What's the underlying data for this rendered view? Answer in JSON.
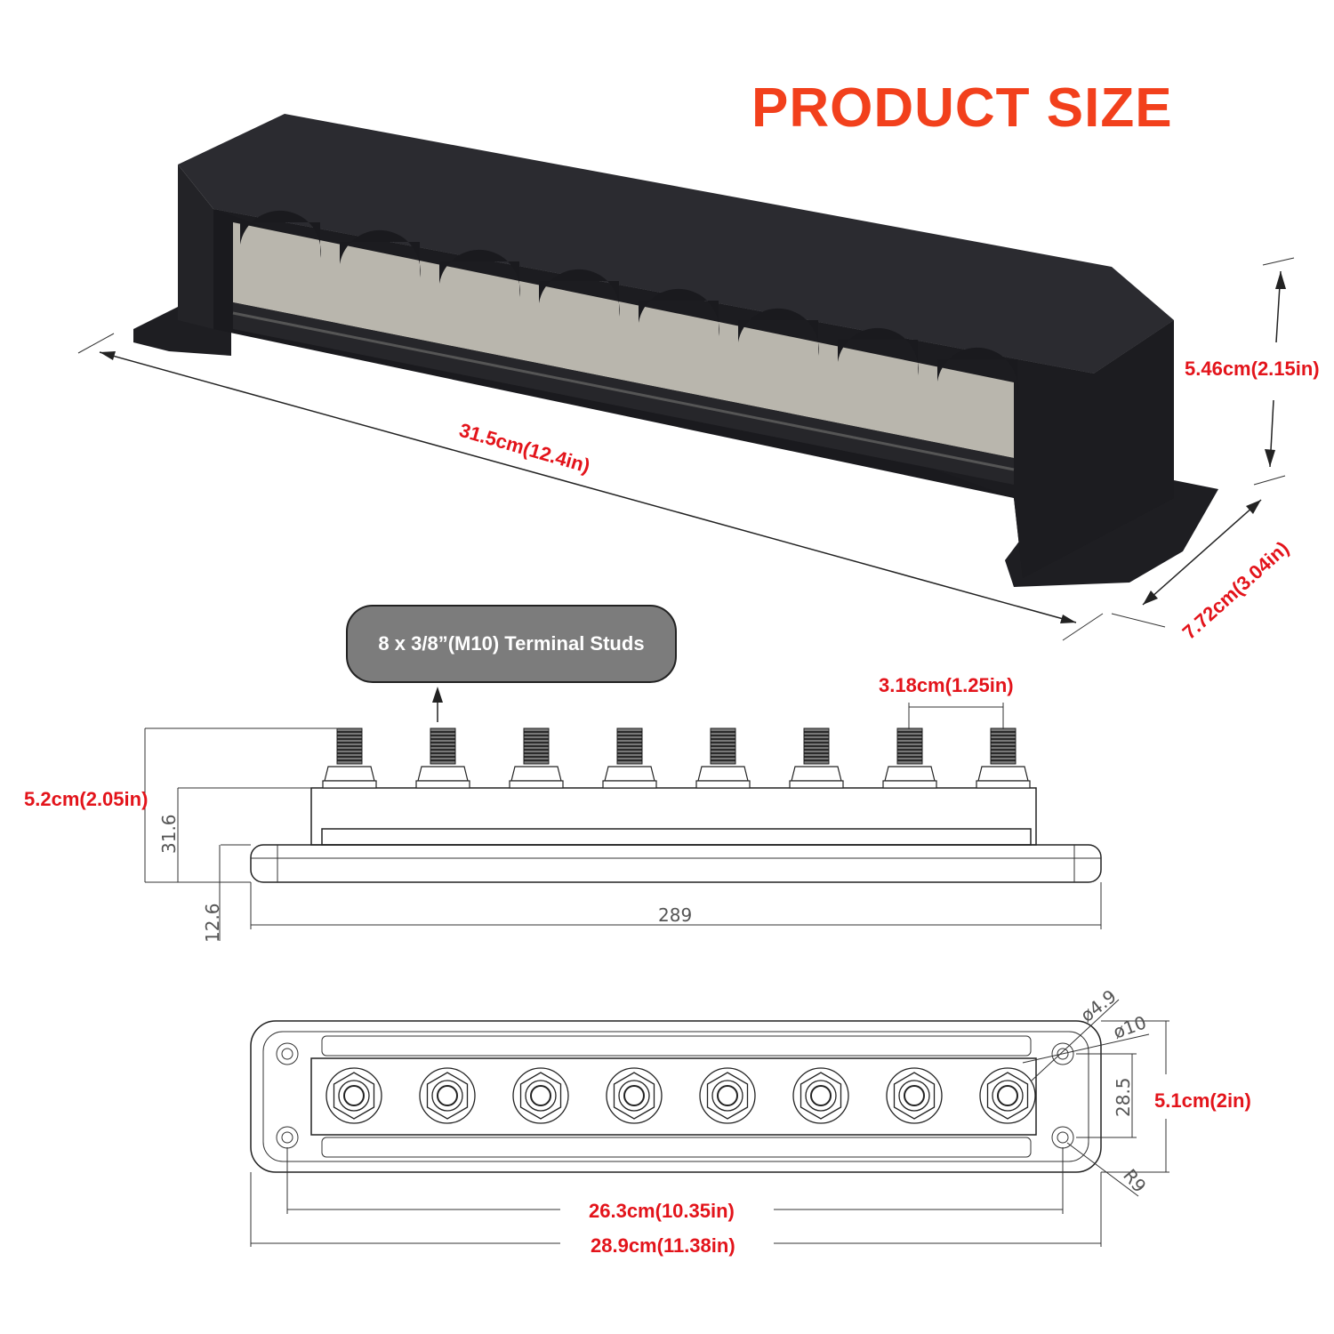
{
  "title": "PRODUCT SIZE",
  "callout": "8 x 3/8”(M10) Terminal Studs",
  "stud_count": 8,
  "colors": {
    "title": "#f2401c",
    "dimension_label": "#e3141b",
    "product_body": "#1e1e22",
    "busbar": "#b9b6ad"
  },
  "dimensions_3d": {
    "length": "31.5cm(12.4in)",
    "height": "5.46cm(2.15in)",
    "depth": "7.72cm(3.04in)"
  },
  "side_view": {
    "stud_pitch": "3.18cm(1.25in)",
    "total_height": "5.2cm(2.05in)",
    "body_height": "31.6",
    "base_height": "12.6",
    "base_length": "289"
  },
  "top_view": {
    "hole_diameter": "ø4.9",
    "boss_diameter": "ø10",
    "hole_spacing": "28.5",
    "width": "5.1cm(2in)",
    "corner_radius": "R9",
    "hole_pitch_length": "26.3cm(10.35in)",
    "total_length": "28.9cm(11.38in)"
  }
}
